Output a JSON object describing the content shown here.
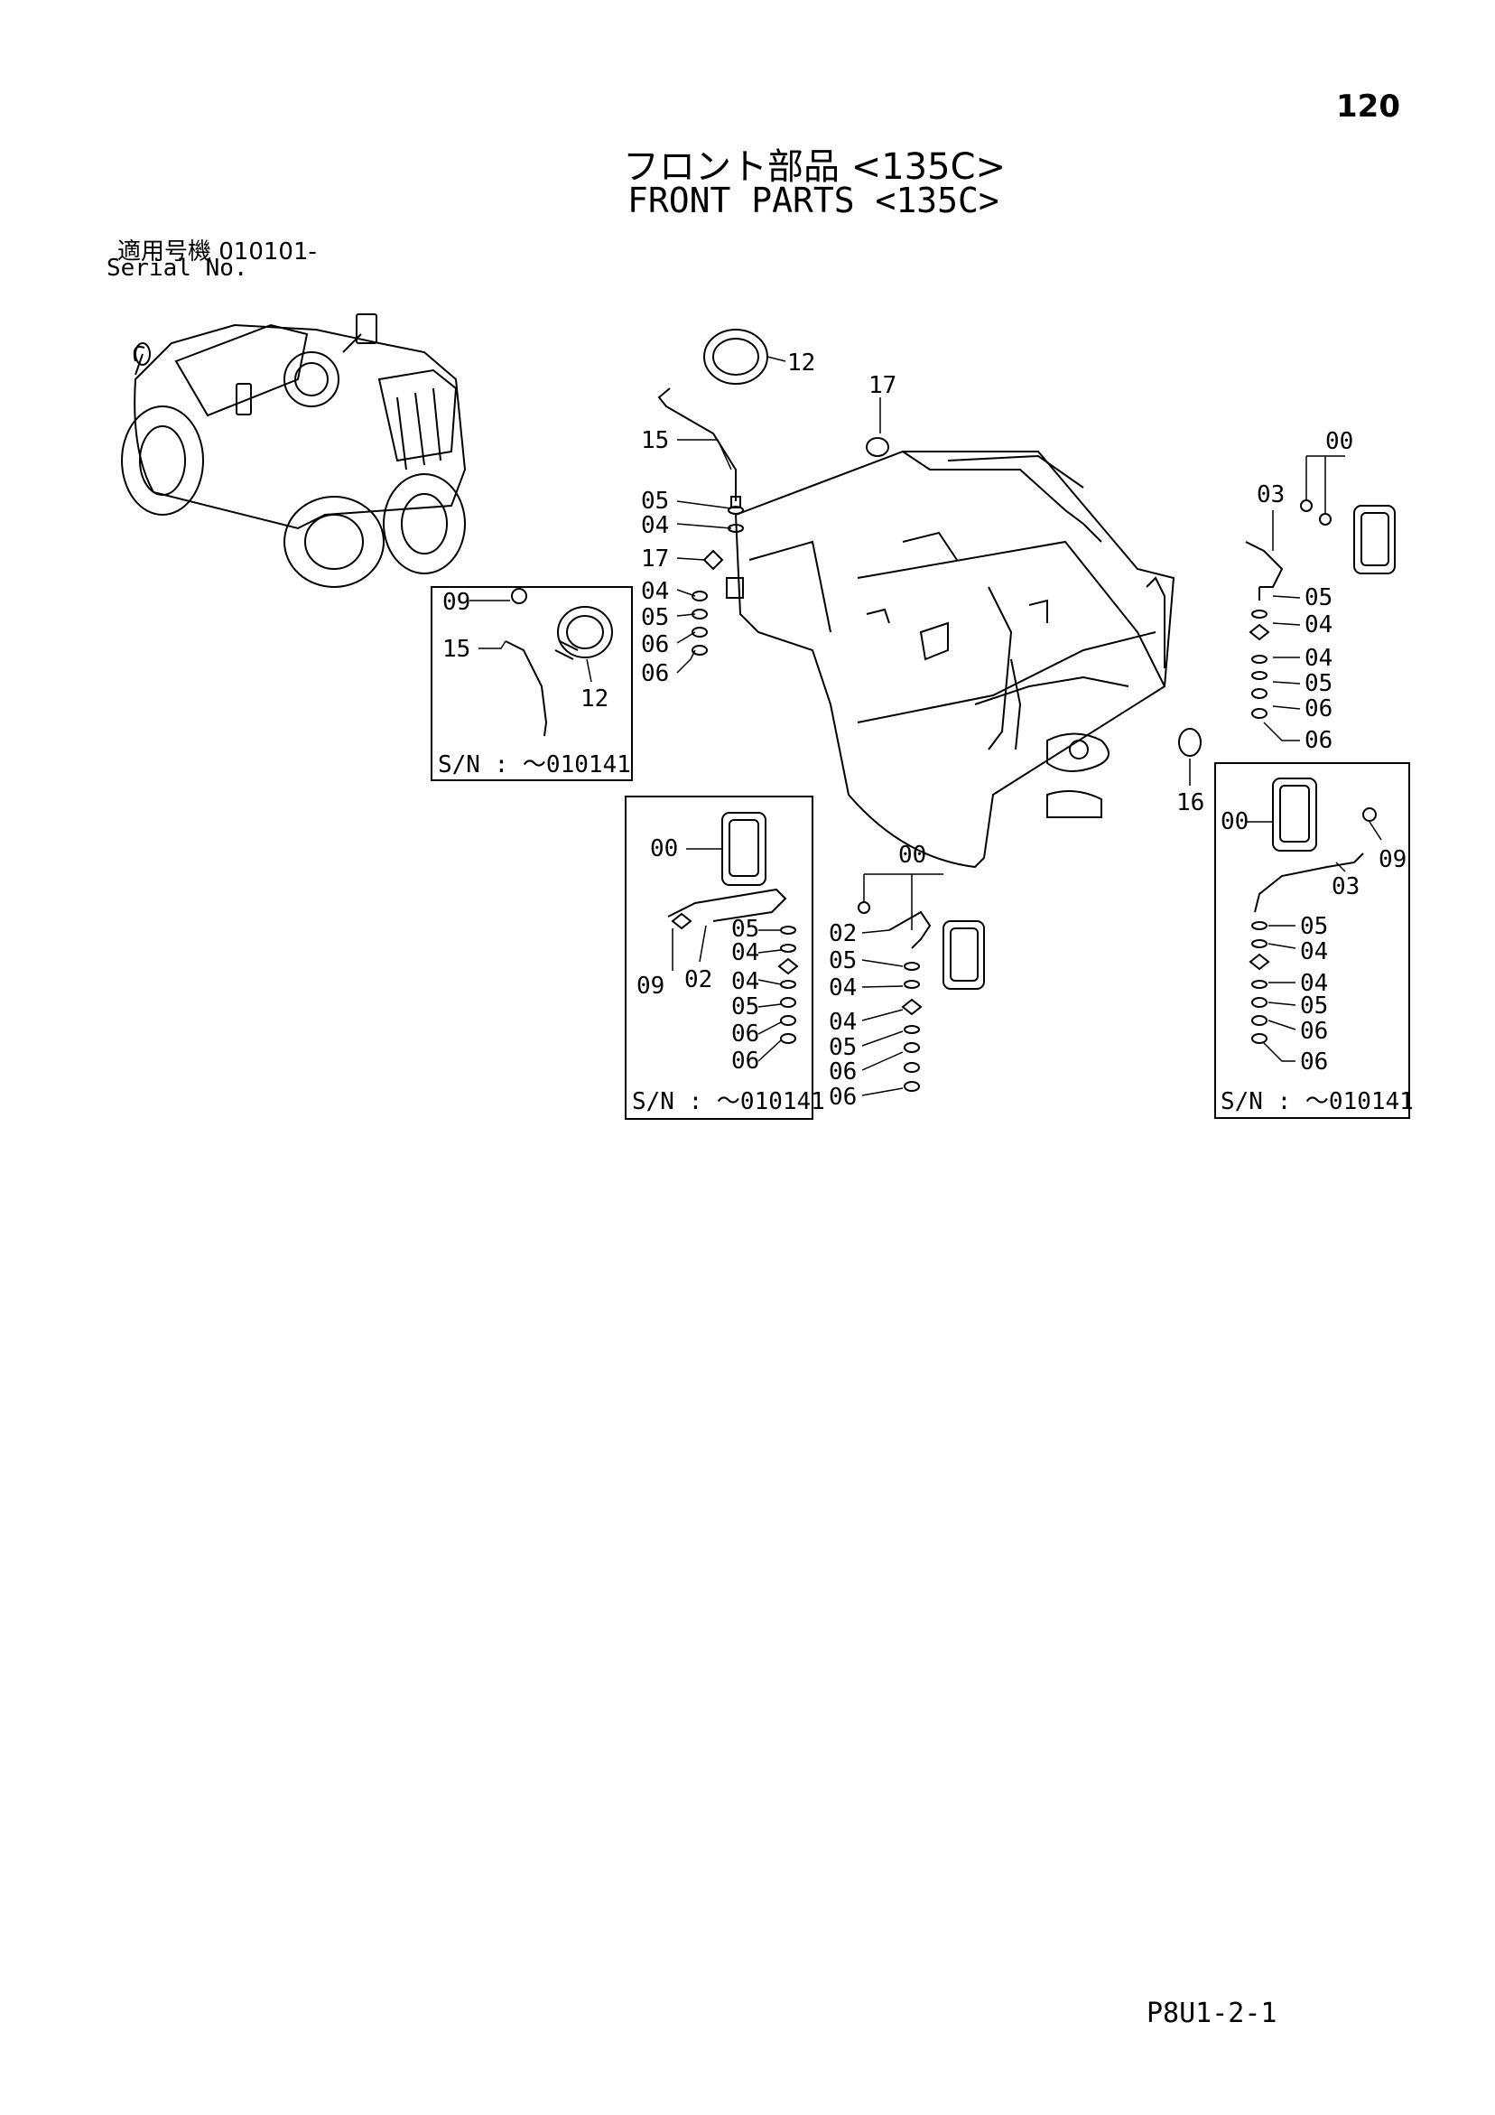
{
  "header": {
    "page_number": "120",
    "title_ja": "フロント部品 <135C>",
    "title_en": "FRONT PARTS <135C>",
    "serial_ja": "適用号機  010101-",
    "serial_en": "Serial No."
  },
  "footer": {
    "code": "P8U1-2-1"
  },
  "main_labels": {
    "l12": "12",
    "l17a": "17",
    "l15": "15",
    "l05a": "05",
    "l04a": "04",
    "l17b": "17",
    "l04b": "04",
    "l05b": "05",
    "l06a": "06",
    "l06b": "06",
    "l16": "16"
  },
  "right_labels": {
    "l00": "00",
    "l03": "03",
    "l05a": "05",
    "l04a": "04",
    "l04b": "04",
    "l05b": "05",
    "l06a": "06",
    "l06b": "06"
  },
  "center_labels": {
    "l00": "00",
    "l02": "02",
    "l05a": "05",
    "l04a": "04",
    "l04b": "04",
    "l05b": "05",
    "l06a": "06",
    "l06b": "06"
  },
  "inset_a": {
    "l09": "09",
    "l15": "15",
    "l12": "12",
    "sn": "S/N : ～010141"
  },
  "inset_b": {
    "l00": "00",
    "l05a": "05",
    "l04a": "04",
    "l04b": "04",
    "l05b": "05",
    "l06a": "06",
    "l06b": "06",
    "l09": "09",
    "l02": "02",
    "sn": "S/N : ～010141"
  },
  "inset_c": {
    "l00": "00",
    "l09": "09",
    "l03": "03",
    "l05a": "05",
    "l04a": "04",
    "l04b": "04",
    "l05b": "05",
    "l06a": "06",
    "l06b": "06",
    "sn": "S/N : ～010141"
  }
}
